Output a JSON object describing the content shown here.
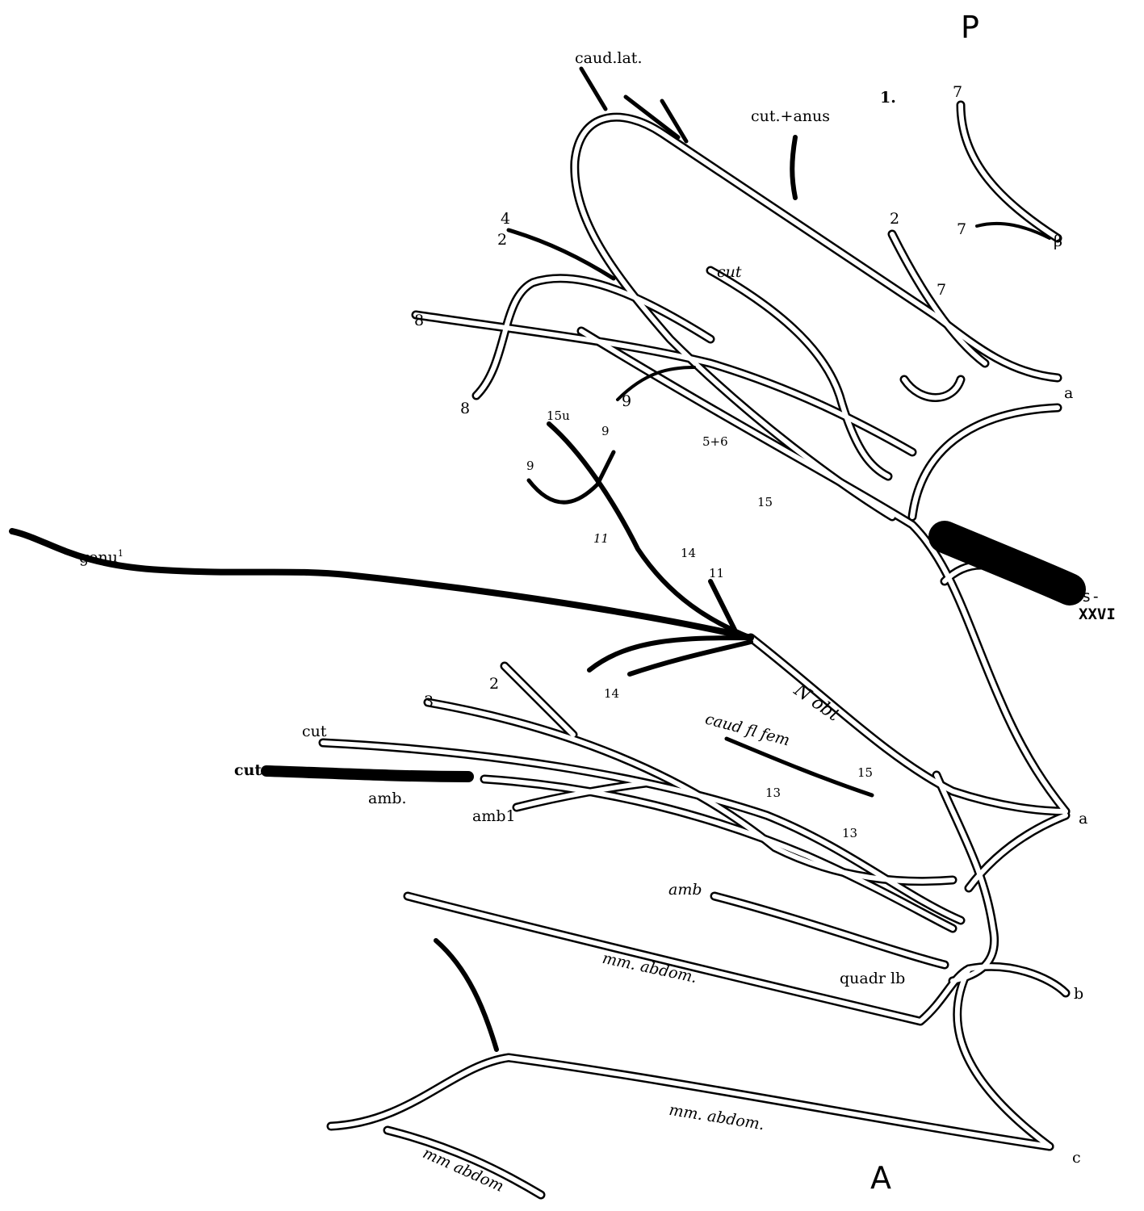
{
  "figure": {
    "corner_top": "P",
    "corner_bottom": "A",
    "figure_number": "1.",
    "labels": {
      "caud_lat": "caud.lat.",
      "cut_anus": "cut.+anus",
      "z_top": "7",
      "seven_a": "7",
      "beta": "β",
      "two_a": "2",
      "seven_b": "7",
      "four": "4",
      "two_b": "2",
      "eight_a": "8",
      "eight_b": "8",
      "cut_upper": "cut",
      "nine_a": "9",
      "five_six": "5+6",
      "fifteen_a": "15",
      "fifteen_u": "15u",
      "nine_b": "9",
      "nine_c": "9",
      "eleven_a": "11",
      "fourteen_a": "14",
      "eleven_b": "11",
      "genu": "genu",
      "genu_sup": "1",
      "fourteen_b": "14",
      "s_label": "s-",
      "xxvi": "XXVI",
      "n_obt": "N obt",
      "two_c": "2",
      "three": "3",
      "cut_mid": "cut",
      "cut_dark": "cut",
      "amb_a": "amb.",
      "amb_1": "amb1",
      "caud_fl_fem": "caud fl fem",
      "fifteen_b": "15",
      "thirteen_a": "13",
      "thirteen_b": "13",
      "a_top": "a",
      "a_mid": "a",
      "amb_b": "amb",
      "mm_abdom_a": "mm. abdom.",
      "quadr_lb": "quadr lb",
      "b": "b",
      "mm_abdom_b": "mm. abdom.",
      "mm_abdom_c": "mm abdom",
      "c": "c"
    }
  }
}
